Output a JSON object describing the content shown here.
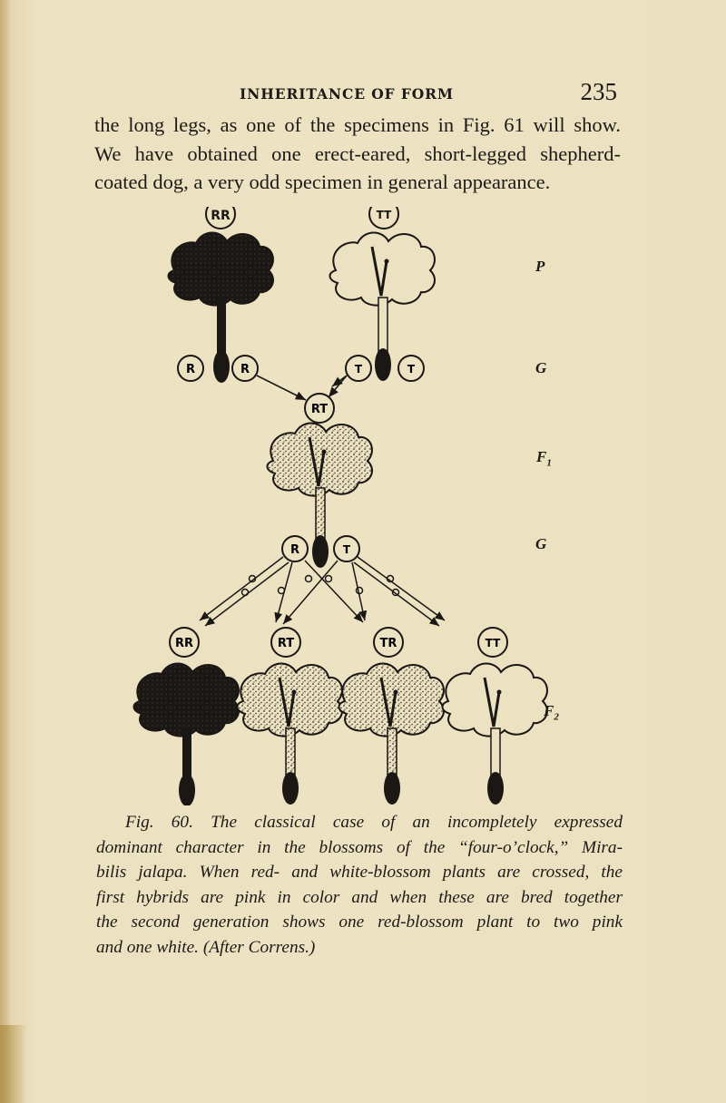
{
  "page": {
    "running_head": "INHERITANCE OF FORM",
    "page_number": "235"
  },
  "body_text": {
    "lines": [
      "the long legs, as one of the specimens in Fig. 61 will show.",
      "We have obtained one erect-eared, short-legged shepherd-",
      "coated dog, a very odd specimen in general appearance."
    ]
  },
  "figure": {
    "generation_labels": {
      "P": "P",
      "G1": "G",
      "F1": "F",
      "F1_sub": "1",
      "G2": "G",
      "F2": "F",
      "F2_sub": "2"
    },
    "parents": [
      {
        "genotype": "RR",
        "blossom": "red",
        "gametes": [
          "R",
          "R"
        ]
      },
      {
        "genotype": "TT",
        "blossom": "white",
        "gametes": [
          "T",
          "T"
        ]
      }
    ],
    "f1": {
      "genotype": "RT",
      "blossom": "pink",
      "gametes": [
        "R",
        "T"
      ]
    },
    "f2": [
      {
        "genotype": "RR",
        "blossom": "red"
      },
      {
        "genotype": "RT",
        "blossom": "pink"
      },
      {
        "genotype": "TR",
        "blossom": "pink"
      },
      {
        "genotype": "TT",
        "blossom": "white"
      }
    ],
    "colors": {
      "red_blossom": "#1a1714",
      "pink_blossom": "#b9ad8e",
      "white_blossom": "#ede3c3",
      "ink": "#1a1714"
    }
  },
  "caption": {
    "fig_label": "Fig. 60.",
    "lines": [
      "Fig. 60. The classical case of an incompletely expressed",
      "dominant character in the blossoms of the “four-o’clock,” Mira-",
      "bilis jalapa. When red- and white-blossom plants are crossed, the",
      "first hybrids are pink in color and when these are bred together",
      "the second generation shows one red-blossom plant to two pink",
      "and one white. (After Correns.)"
    ]
  }
}
